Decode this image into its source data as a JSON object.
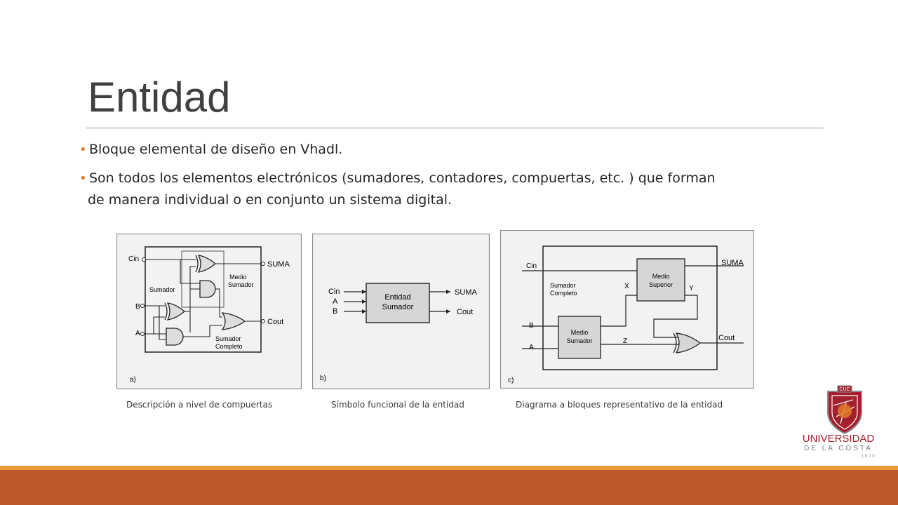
{
  "slide": {
    "title": "Entidad",
    "bullets": [
      {
        "line1": "Bloque elemental de diseño en Vhadl.",
        "line2": ""
      },
      {
        "line1": "Son todos los elementos electrónicos (sumadores, contadores, compuertas, etc. ) que forman",
        "line2": "de manera individual o en conjunto  un sistema digital."
      }
    ]
  },
  "figures": {
    "a": {
      "tag": "a)",
      "labels": {
        "cin": "Cin",
        "b": "B",
        "a": "A",
        "suma": "SUMA",
        "cout": "Cout",
        "medio": "Medio",
        "sumador_top": "Sumador",
        "sumador_left": "Sumador",
        "sumador_bottom": "Sumador",
        "completo": "Completo"
      },
      "caption": "Descripción a nivel de compuertas"
    },
    "b": {
      "tag": "b)",
      "labels": {
        "cin": "Cin",
        "a": "A",
        "b": "B",
        "suma": "SUMA",
        "cout": "Cout",
        "entidad": "Entidad",
        "sumador": "Sumador"
      },
      "caption": "Símbolo funcional de la entidad"
    },
    "c": {
      "tag": "c)",
      "labels": {
        "cin": "Cin",
        "b": "B",
        "a": "A",
        "suma": "SUMA",
        "cout": "Cout",
        "sumador": "Sumador",
        "completo": "Completo",
        "x": "X",
        "y": "Y",
        "z": "Z",
        "medio_sup": "Medio",
        "superior": "Superior",
        "medio_sum": "Medio",
        "sumador_box": "Sumador"
      },
      "caption": "Diagrama a bloques representativo de la entidad"
    }
  },
  "logo": {
    "badge": "CUC",
    "name": "UNIVERSIDAD",
    "subname": "DE LA COSTA",
    "year": "1970"
  },
  "colors": {
    "accent": "#e07b28",
    "footer": "#bd582c",
    "footer_top": "#e79b36",
    "logo_red": "#a3202e"
  }
}
